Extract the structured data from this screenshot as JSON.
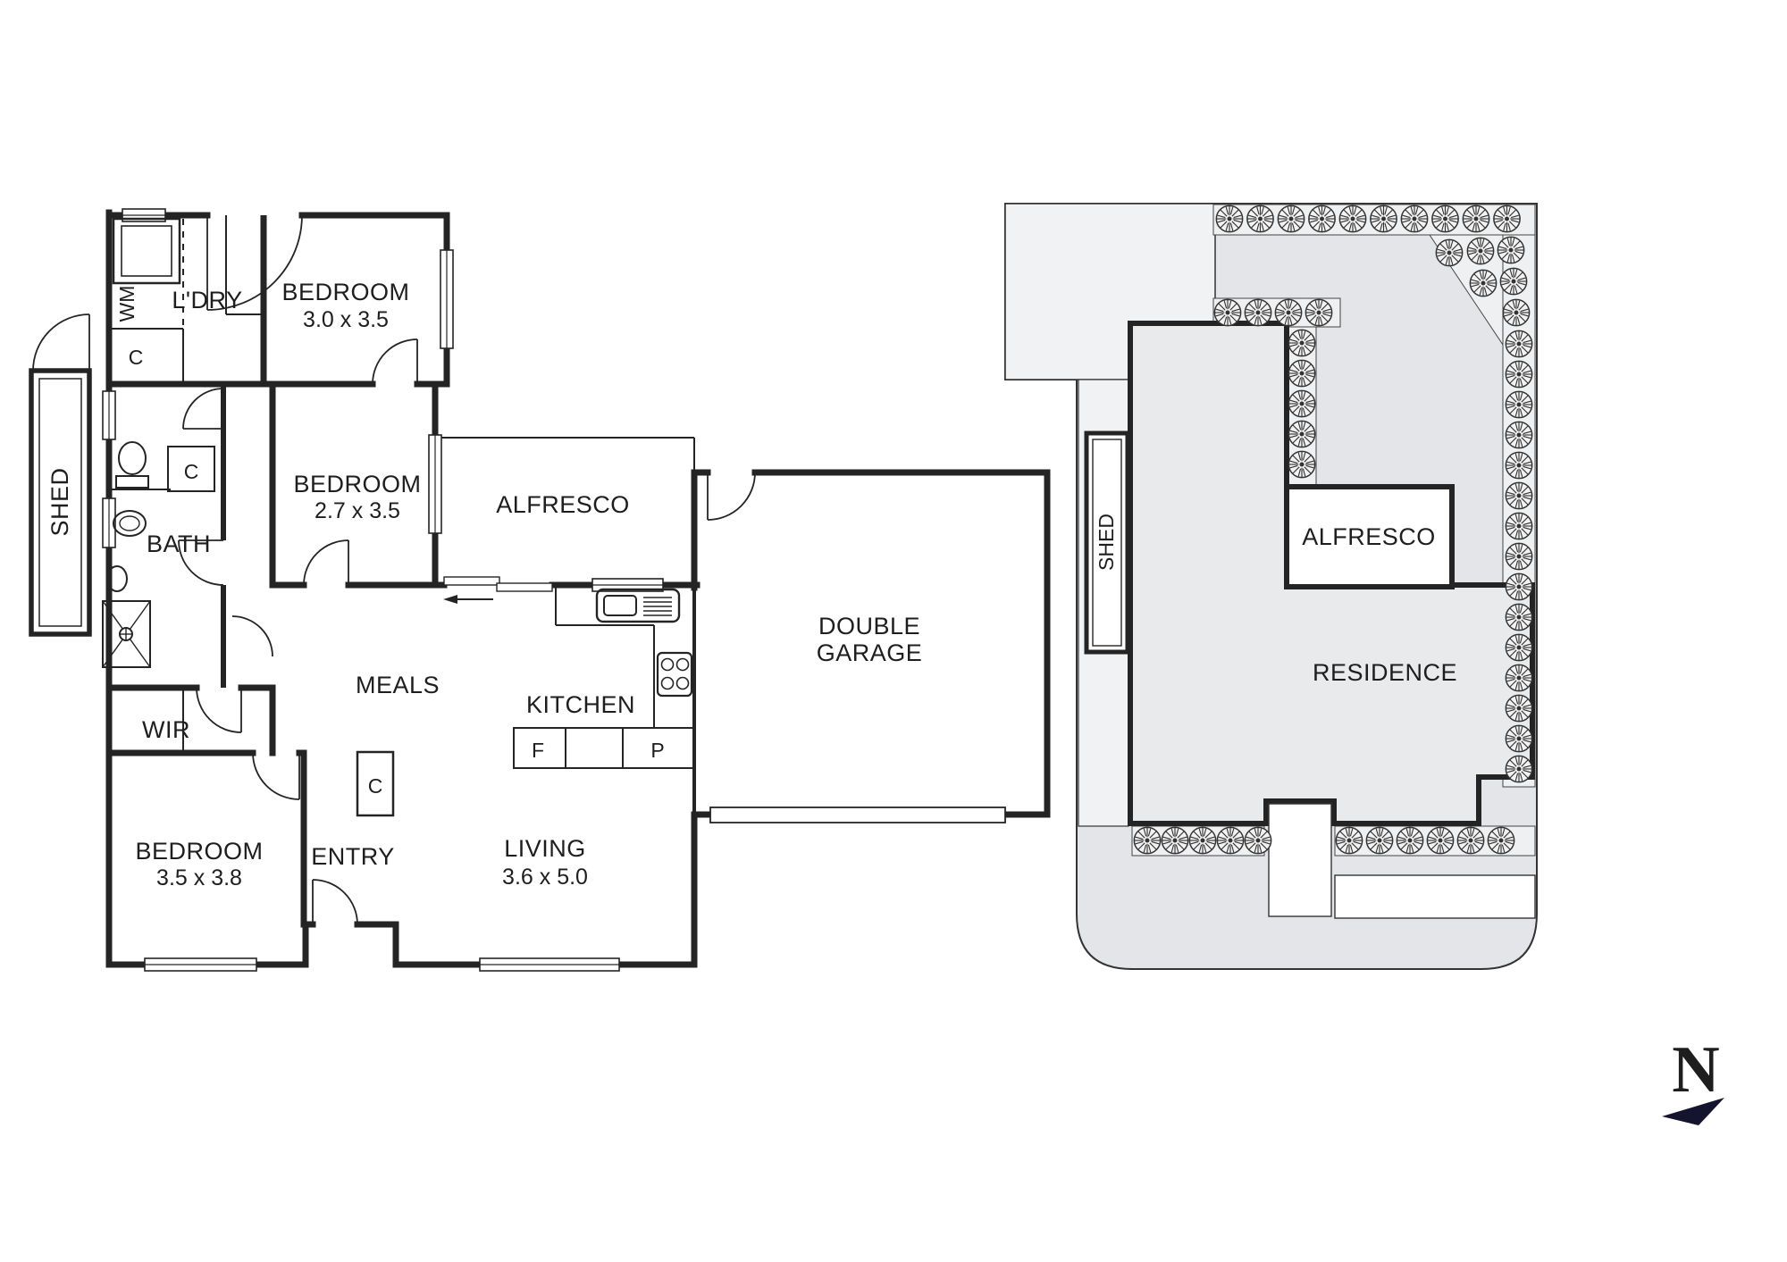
{
  "floor_plan": {
    "laundry": {
      "label": "L'DRY",
      "wm": "WM",
      "cupboard": "C"
    },
    "bedroom1": {
      "label": "BEDROOM",
      "dims": "3.0 x 3.5"
    },
    "bedroom2": {
      "label": "BEDROOM",
      "dims": "2.7 x 3.5"
    },
    "bedroom3": {
      "label": "BEDROOM",
      "dims": "3.5 x 3.8"
    },
    "bath": {
      "label": "BATH",
      "cupboard": "C"
    },
    "wir": {
      "label": "WIR"
    },
    "entry": {
      "label": "ENTRY",
      "cupboard": "C"
    },
    "meals": {
      "label": "MEALS"
    },
    "kitchen": {
      "label": "KITCHEN",
      "fridge": "F",
      "pantry": "P"
    },
    "living": {
      "label": "LIVING",
      "dims": "3.6 x 5.0"
    },
    "alfresco": {
      "label": "ALFRESCO"
    },
    "garage": {
      "line1": "DOUBLE",
      "line2": "GARAGE"
    },
    "shed": {
      "label": "SHED"
    }
  },
  "site_plan": {
    "shed": "SHED",
    "alfresco": "ALFRESCO",
    "residence": "RESIDENCE"
  },
  "compass": {
    "north": "N"
  },
  "colors": {
    "wall": "#242424",
    "lot_fill": "#e3e5e8",
    "paved_fill": "#f1f2f4",
    "strip_fill": "#eef0f1",
    "residence_fill": "#e9eaec",
    "north": "#14142e"
  }
}
